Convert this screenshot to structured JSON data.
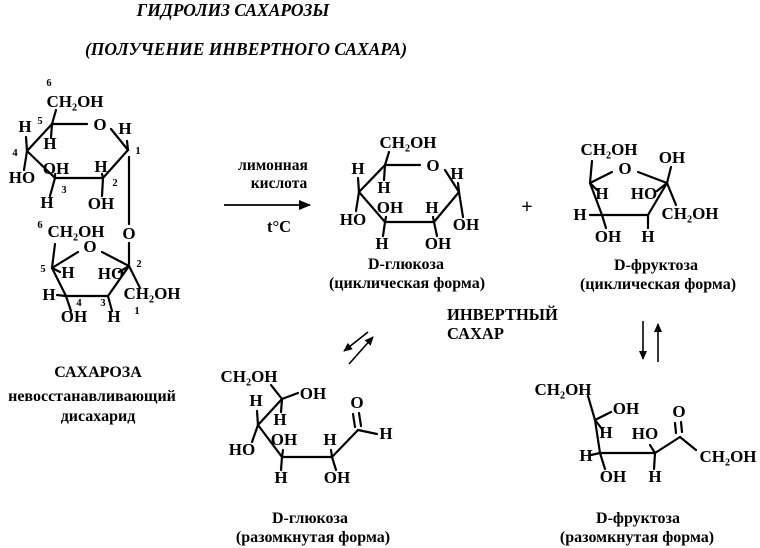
{
  "title": {
    "line1": "ГИДРОЛИЗ САХАРОЗЫ",
    "line2": "(ПОЛУЧЕНИЕ ИНВЕРТНОГО САХАРА)"
  },
  "reaction": {
    "cond1": "лимонная",
    "cond2": "кислота",
    "temp": "t°C",
    "plus": "+"
  },
  "atoms": {
    "H": "H",
    "O": "O",
    "OH": "OH",
    "HO": "HO",
    "CH2OH": "CH₂OH"
  },
  "locants": {
    "n1": "1",
    "n2": "2",
    "n3": "3",
    "n4": "4",
    "n5": "5",
    "n6": "6"
  },
  "names": {
    "sucrose": "САХАРОЗА",
    "sucrose_desc1": "невосстанавливающий",
    "sucrose_desc2": "дисахарид",
    "glucose": "D-глюкоза",
    "fructose": "D-фруктоза",
    "cyclic_form": "(циклическая форма)",
    "open_form": "(разомкнутая форма)",
    "invert1": "ИНВЕРТНЫЙ",
    "invert2": "САХАР"
  }
}
